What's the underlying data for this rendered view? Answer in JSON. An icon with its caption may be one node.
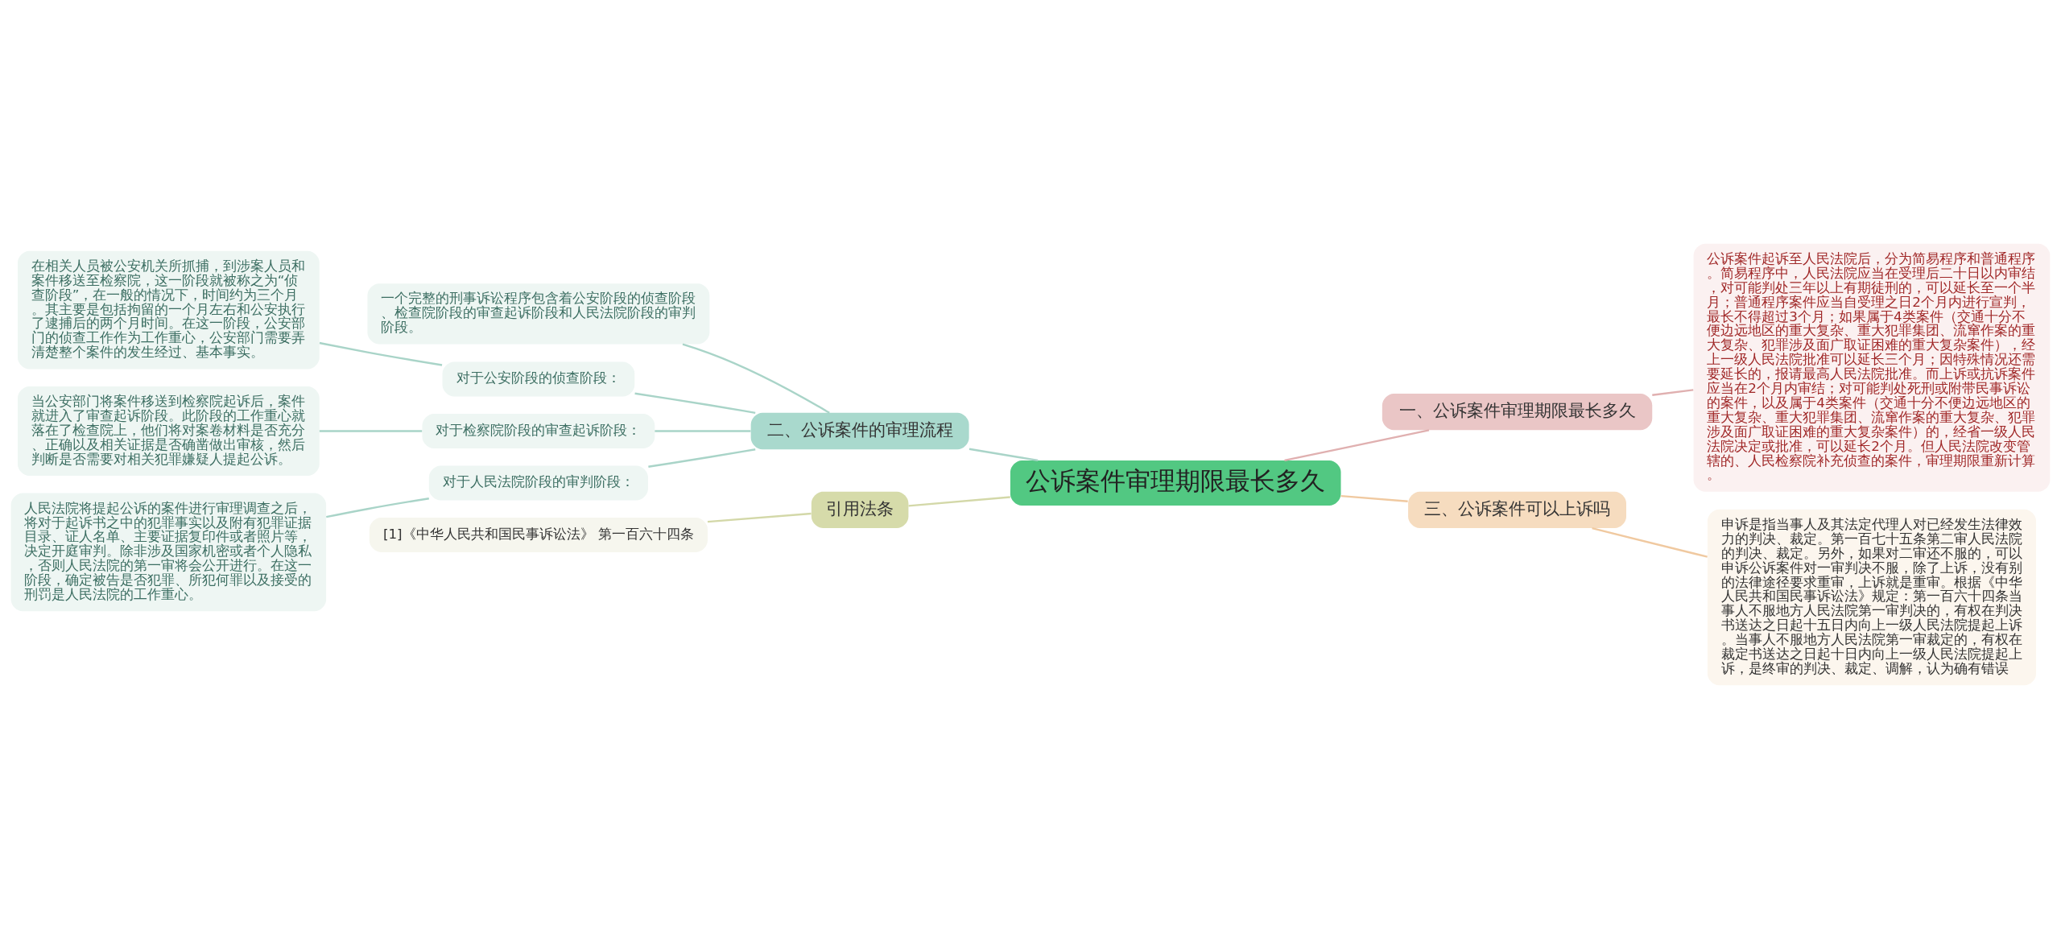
{
  "diagram": {
    "nodes": [
      {
        "text": [
          "公诉案件审理期限最长多久"
        ]
      },
      {
        "text": [
          "一、公诉案件审理期限最长多久"
        ]
      },
      {
        "text": [
          "公诉案件起诉至人民法院后，分为简易程序和普通程序。简易程序中，人民法院应当在受理后二十日以内审结，对可能判处三年以上有期徒刑的，可以延长至一个半月；普通程序案件应当自受理之日2个月内进行宣判，最长不得超过3个月；如果属于4类案件（交通十分不便边远地区的重大复杂、重大犯罪集团、流窜作案的重大复杂、犯罪涉及面广取证困难的重大复杂案件），经上一级人民法院批准可以延长三个月；因特殊情况还需要延长的，报请最高人民法院批准。而上诉或抗诉案件应当在2个月内审结；对可能判处死刑或附带民事诉讼的案件，以及属于4类案件（交通十分不便边远地区的重大复杂、重大犯罪集团、流窜作案的重大复杂、犯罪涉及面广取证困难的重大复杂案件）的，经省一级人民法院决定或批准，可以延长2个月。但人民法院改变管辖的、人民检察院补充侦查的案件，审理期限重新计算。"
        ]
      },
      {
        "text": [
          "三、公诉案件可以上诉吗"
        ]
      },
      {
        "text": [
          "申诉是指当事人及其法定代理人对已经发生法律效力的判决、裁定。第一百七十五条第二审人民法院的判决、裁定。另外，如果对二审还不服的，可以申诉公诉案件对一审判决不服，除了上诉，没有别的法律途径要求重审，上诉就是重审。根据《中华人民共和国民事诉讼法》规定：第一百六十四条当事人不服地方人民法院第一审判决的，有权在判决书送达之日起十五日内向上一级人民法院提起上诉。当事人不服地方人民法院第一审裁定的，有权在裁定书送达之日起十日内向上一级人民法院提起上诉，是终审的判决、裁定、调解，认为确有错误"
        ]
      },
      {
        "text": [
          "二、公诉案件的审理流程"
        ]
      },
      {
        "text": [
          "一个完整的刑事诉讼程序包含着公安阶段的侦查阶段、检查院阶段的审查起诉阶段和人民法院阶段的审判阶段。"
        ]
      },
      {
        "text": [
          "对于公安阶段的侦查阶段："
        ]
      },
      {
        "text": [
          "在相关人员被公安机关所抓捕，到涉案人员和案件移送至检察院，这一阶段就被称之为“侦查阶段”，在一般的情况下，时间约为三个月。其主要是包括拘留的一个月左右和公安执行了逮捕后的两个月时间。在这一阶段，公安部门的侦查工作作为工作重心，公安部门需要弄清楚整个案件的发生经过、基本事实。"
        ]
      },
      {
        "text": [
          "对于检察院阶段的审查起诉阶段："
        ]
      },
      {
        "text": [
          "当公安部门将案件移送到检察院起诉后，案件就进入了审查起诉阶段。此阶段的工作重心就落在了检查院上，他们将对案卷材料是否充分、正确以及相关证据是否确凿做出审核，然后判断是否需要对相关犯罪嫌疑人提起公诉。"
        ]
      },
      {
        "text": [
          "对于人民法院阶段的审判阶段："
        ]
      },
      {
        "text": [
          "人民法院将提起公诉的案件进行审理调查之后，将对于起诉书之中的犯罪事实以及附有犯罪证据目录、证人名单、主要证据复印件或者照片等，决定开庭审判。除非涉及国家机密或者个人隐私，否则人民法院的第一审将会公开进行。在这一阶段，确定被告是否犯罪、所犯何罪以及接受的刑罚是人民法院的工作重心。"
        ]
      },
      {
        "text": [
          "引用法条"
        ]
      },
      {
        "text": [
          "[1]《中华人民共和国民事诉讼法》 第一百六十四条"
        ]
      }
    ],
    "edges": [
      {
        "from": 0,
        "to": 1,
        "arrow": "none",
        "color": "#e0b0b0"
      },
      {
        "from": 1,
        "to": 2,
        "arrow": "none",
        "color": "#e0b0b0"
      },
      {
        "from": 0,
        "to": 3,
        "arrow": "none",
        "color": "#f0c9a0"
      },
      {
        "from": 3,
        "to": 4,
        "arrow": "none",
        "color": "#f0c9a0"
      },
      {
        "from": 5,
        "to": 0,
        "arrow": "none"
      },
      {
        "from": 6,
        "to": 5,
        "arrow": "none"
      },
      {
        "from": 7,
        "to": 5,
        "arrow": "none"
      },
      {
        "from": 8,
        "to": 7,
        "arrow": "none"
      },
      {
        "from": 9,
        "to": 5,
        "arrow": "none"
      },
      {
        "from": 10,
        "to": 9,
        "arrow": "none"
      },
      {
        "from": 11,
        "to": 5,
        "arrow": "none"
      },
      {
        "from": 12,
        "to": 11,
        "arrow": "none"
      },
      {
        "from": 13,
        "to": 0,
        "arrow": "none",
        "color": "#d3d8a8"
      },
      {
        "from": 14,
        "to": 13,
        "arrow": "none",
        "color": "#d3d8a8"
      }
    ]
  }
}
